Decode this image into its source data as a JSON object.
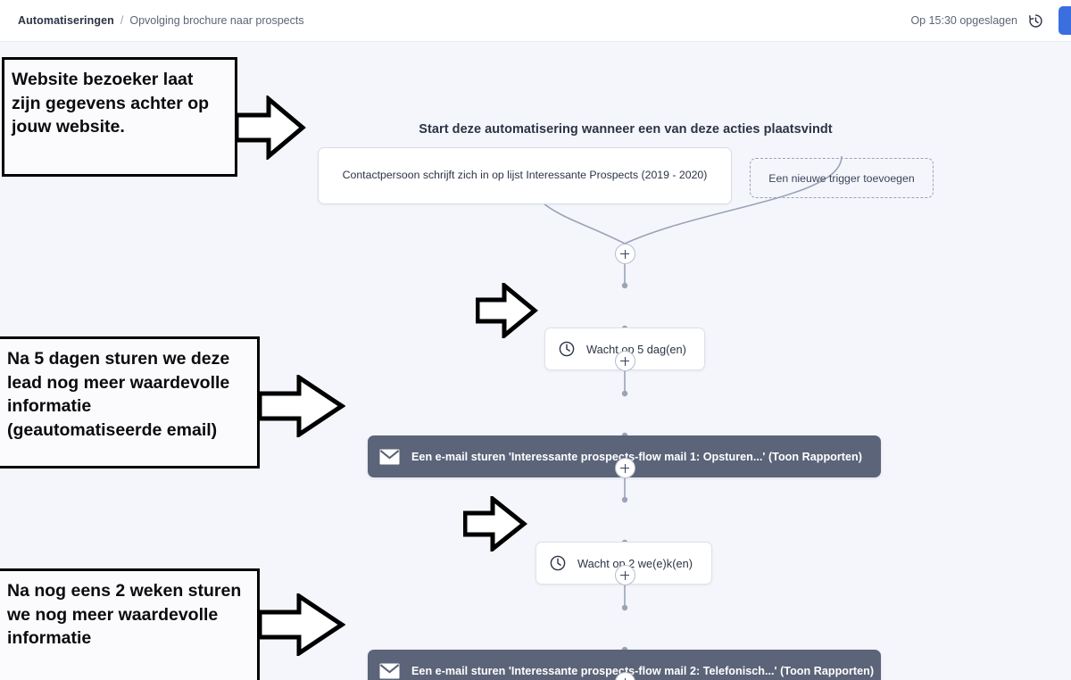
{
  "topbar": {
    "breadcrumb_root": "Automatiseringen",
    "breadcrumb_separator": "/",
    "breadcrumb_leaf": "Opvolging brochure naar prospects",
    "saved_status": "Op 15:30 opgeslagen",
    "history_icon": "clock-history-icon",
    "primary_button_color": "#3b6fe0"
  },
  "flow": {
    "heading": "Start deze automatisering wanneer een van deze acties plaatsvindt",
    "trigger": {
      "label": "Contactpersoon schrijft zich in op lijst Interessante Prospects (2019 - 2020)"
    },
    "add_trigger": {
      "label": "Een nieuwe trigger toevoegen"
    },
    "steps": [
      {
        "type": "wait",
        "icon": "clock-icon",
        "label": "Wacht op 5 dag(en)"
      },
      {
        "type": "email",
        "icon": "envelope-icon",
        "label": "Een e-mail sturen 'Interessante prospects-flow mail 1: Opsturen...' (Toon Rapporten)",
        "color": "#5b6478"
      },
      {
        "type": "wait",
        "icon": "clock-icon",
        "label": "Wacht op 2 we(e)k(en)"
      },
      {
        "type": "email",
        "icon": "envelope-icon",
        "label": "Een e-mail sturen 'Interessante prospects-flow mail 2: Telefonisch...' (Toon Rapporten)",
        "color": "#5b6478"
      }
    ],
    "add_step_icon": "plus-icon"
  },
  "annotations": [
    {
      "id": "annotation-website-visitor",
      "text": "Website bezoeker laat zijn gegevens achter op jouw website.",
      "arrow": "right-arrow-icon"
    },
    {
      "id": "annotation-after-5-days",
      "text": "Na 5 dagen sturen we deze lead nog meer waardevolle informatie (geautomatiseerde email)",
      "arrow": "right-arrow-icon"
    },
    {
      "id": "annotation-after-2-weeks",
      "text": "Na nog eens 2 weken sturen we nog meer waardevolle informatie",
      "arrow": "right-arrow-icon"
    }
  ],
  "colors": {
    "canvas_background": "#f5f6fb",
    "connector": "#9aa3b8",
    "email_node": "#5b6478",
    "text_dark": "#2b3445"
  }
}
